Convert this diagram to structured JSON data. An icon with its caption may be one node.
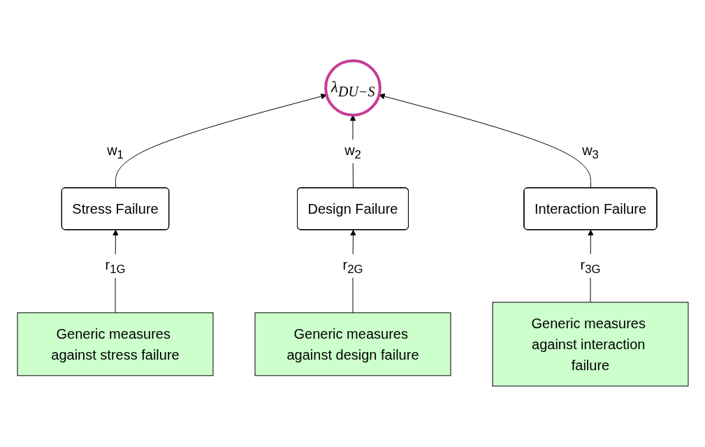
{
  "diagram": {
    "nodes": [
      {
        "text": [
          "λ$_{DU−S}$"
        ]
      },
      {
        "text": [
          "Stress Failure"
        ]
      },
      {
        "text": [
          "Design Failure"
        ]
      },
      {
        "text": [
          "Interaction Failure"
        ]
      },
      {
        "text": [
          "Generic measures against stress failure"
        ]
      },
      {
        "text": [
          "Generic measures against design failure"
        ]
      },
      {
        "text": [
          "Generic measures against interaction failure"
        ]
      }
    ],
    "edges": [
      {
        "from": 1,
        "to": 0,
        "arrow": "to",
        "label": "w$_{1}$"
      },
      {
        "from": 2,
        "to": 0,
        "arrow": "to",
        "label": "w$_{2}$"
      },
      {
        "from": 3,
        "to": 0,
        "arrow": "to",
        "label": "w$_{3}$"
      },
      {
        "from": 4,
        "to": 1,
        "arrow": "to",
        "label": "r$_{1G}$"
      },
      {
        "from": 5,
        "to": 2,
        "arrow": "to",
        "label": "r$_{2G}$"
      },
      {
        "from": 6,
        "to": 3,
        "arrow": "to",
        "label": "r$_{3G}$"
      }
    ]
  }
}
